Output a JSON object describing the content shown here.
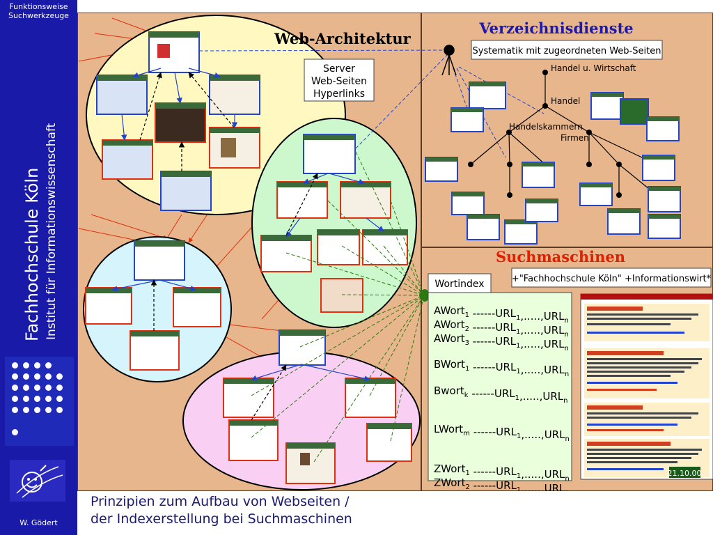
{
  "sidebar": {
    "top_line1": "Funktionsweise",
    "top_line2": "Suchwerkzeuge",
    "school": "Fachhochschule Köln",
    "institute": "Institut für Informationswissenschaft",
    "author": "W. Gödert"
  },
  "web_arch": {
    "title": "Web-Architektur",
    "legend_line1": "Server",
    "legend_line2": "Web-Seiten",
    "legend_line3": "Hyperlinks"
  },
  "directory": {
    "title": "Verzeichnisdienste",
    "box_label": "Systematik mit zugeordneten Web-Seiten",
    "node1": "Handel u. Wirtschaft",
    "node2": "Handel",
    "node3": "Handelskammern",
    "node4": "Firmen"
  },
  "search": {
    "title": "Suchmaschinen",
    "query": "+\"Fachhochschule Köln\" +Informationswirt*",
    "index_label": "Wortindex",
    "index_rows": [
      {
        "word": "AWort",
        "sub": "1"
      },
      {
        "word": "AWort",
        "sub": "2"
      },
      {
        "word": "AWort",
        "sub": "3"
      },
      {
        "word": "BWort",
        "sub": "1"
      },
      {
        "word": "Bwort",
        "sub": "k"
      },
      {
        "word": "LWort",
        "sub": "m"
      },
      {
        "word": "ZWort",
        "sub": "1"
      },
      {
        "word": "ZWort",
        "sub": "2"
      }
    ],
    "url_first": "URL",
    "url_first_sub": "1",
    "url_mid": ".....",
    "url_last": "URL",
    "url_last_sub": "n",
    "dashes": "------",
    "results_date": "21.10.00"
  },
  "caption": {
    "line1": "Prinzipien zum Aufbau von Webseiten /",
    "line2": "der Indexerstellung bei Suchmaschinen"
  },
  "colors": {
    "sidebar": "#1a1aa8",
    "panel_bg": "#e8b68c",
    "yellow_cluster": "#fff8c0",
    "blue_cluster": "#d6f4fb",
    "green_cluster": "#cdf7cd",
    "pink_cluster": "#f9d0f4",
    "index_bg": "#eaffdc",
    "title_blue": "#1a1ab0",
    "title_red": "#e02000"
  }
}
